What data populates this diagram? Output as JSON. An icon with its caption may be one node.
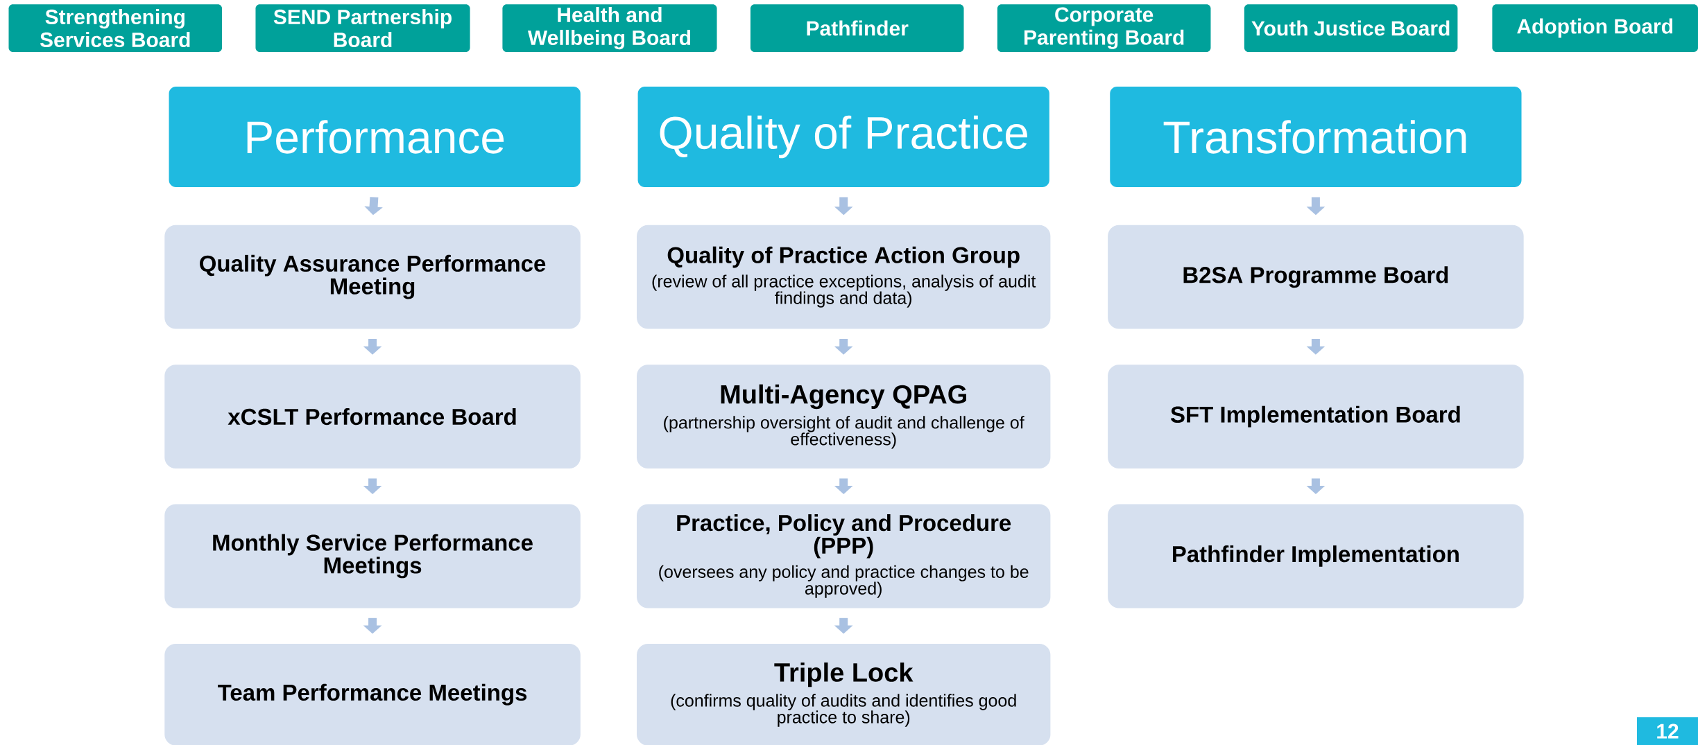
{
  "diagram": {
    "nodes": [
      {
        "text": [
          "Strengthening Services Board"
        ]
      },
      {
        "text": [
          "SEND Partnership Board"
        ]
      },
      {
        "text": [
          "Health and Wellbeing Board"
        ]
      },
      {
        "text": [
          "Pathfinder"
        ]
      },
      {
        "text": [
          "Corporate Parenting Board"
        ]
      },
      {
        "text": [
          "Youth Justice Board"
        ]
      },
      {
        "text": [
          "Adoption Board"
        ]
      },
      {
        "text": [
          "Performance"
        ]
      },
      {
        "text": [
          "Quality Assurance Performance Meeting"
        ]
      },
      {
        "text": [
          "xCSLT Performance Board"
        ]
      },
      {
        "text": [
          "Monthly Service Performance Meetings"
        ]
      },
      {
        "text": [
          "Team Performance Meetings"
        ]
      },
      {
        "text": [
          "Quality of Practice"
        ]
      },
      {
        "text": [
          "Quality of Practice Action Group",
          "(review of all practice exceptions, analysis of audit findings and data)"
        ]
      },
      {
        "text": [
          "Multi-Agency QPAG",
          "(partnership oversight of audit and challenge of effectiveness)"
        ]
      },
      {
        "text": [
          "Practice, Policy and Procedure (PPP)",
          "(oversees any policy and practice changes to be approved)"
        ]
      },
      {
        "text": [
          "Triple Lock",
          "(confirms quality of audits and identifies good practice to share)"
        ]
      },
      {
        "text": [
          "Transformation"
        ]
      },
      {
        "text": [
          "B2SA Programme Board"
        ]
      },
      {
        "text": [
          "SFT Implementation Board"
        ]
      },
      {
        "text": [
          "Pathfinder Implementation"
        ]
      }
    ],
    "edges": [
      {
        "from": 7,
        "to": 8,
        "arrow": "to"
      },
      {
        "from": 8,
        "to": 9,
        "arrow": "to"
      },
      {
        "from": 9,
        "to": 10,
        "arrow": "to"
      },
      {
        "from": 10,
        "to": 11,
        "arrow": "to"
      },
      {
        "from": 12,
        "to": 13,
        "arrow": "to"
      },
      {
        "from": 13,
        "to": 14,
        "arrow": "to"
      },
      {
        "from": 14,
        "to": 15,
        "arrow": "to"
      },
      {
        "from": 15,
        "to": 16,
        "arrow": "to"
      },
      {
        "from": 17,
        "to": 18,
        "arrow": "to"
      },
      {
        "from": 18,
        "to": 19,
        "arrow": "to"
      },
      {
        "from": 19,
        "to": 20,
        "arrow": "to"
      }
    ],
    "labels": [
      "12"
    ]
  }
}
